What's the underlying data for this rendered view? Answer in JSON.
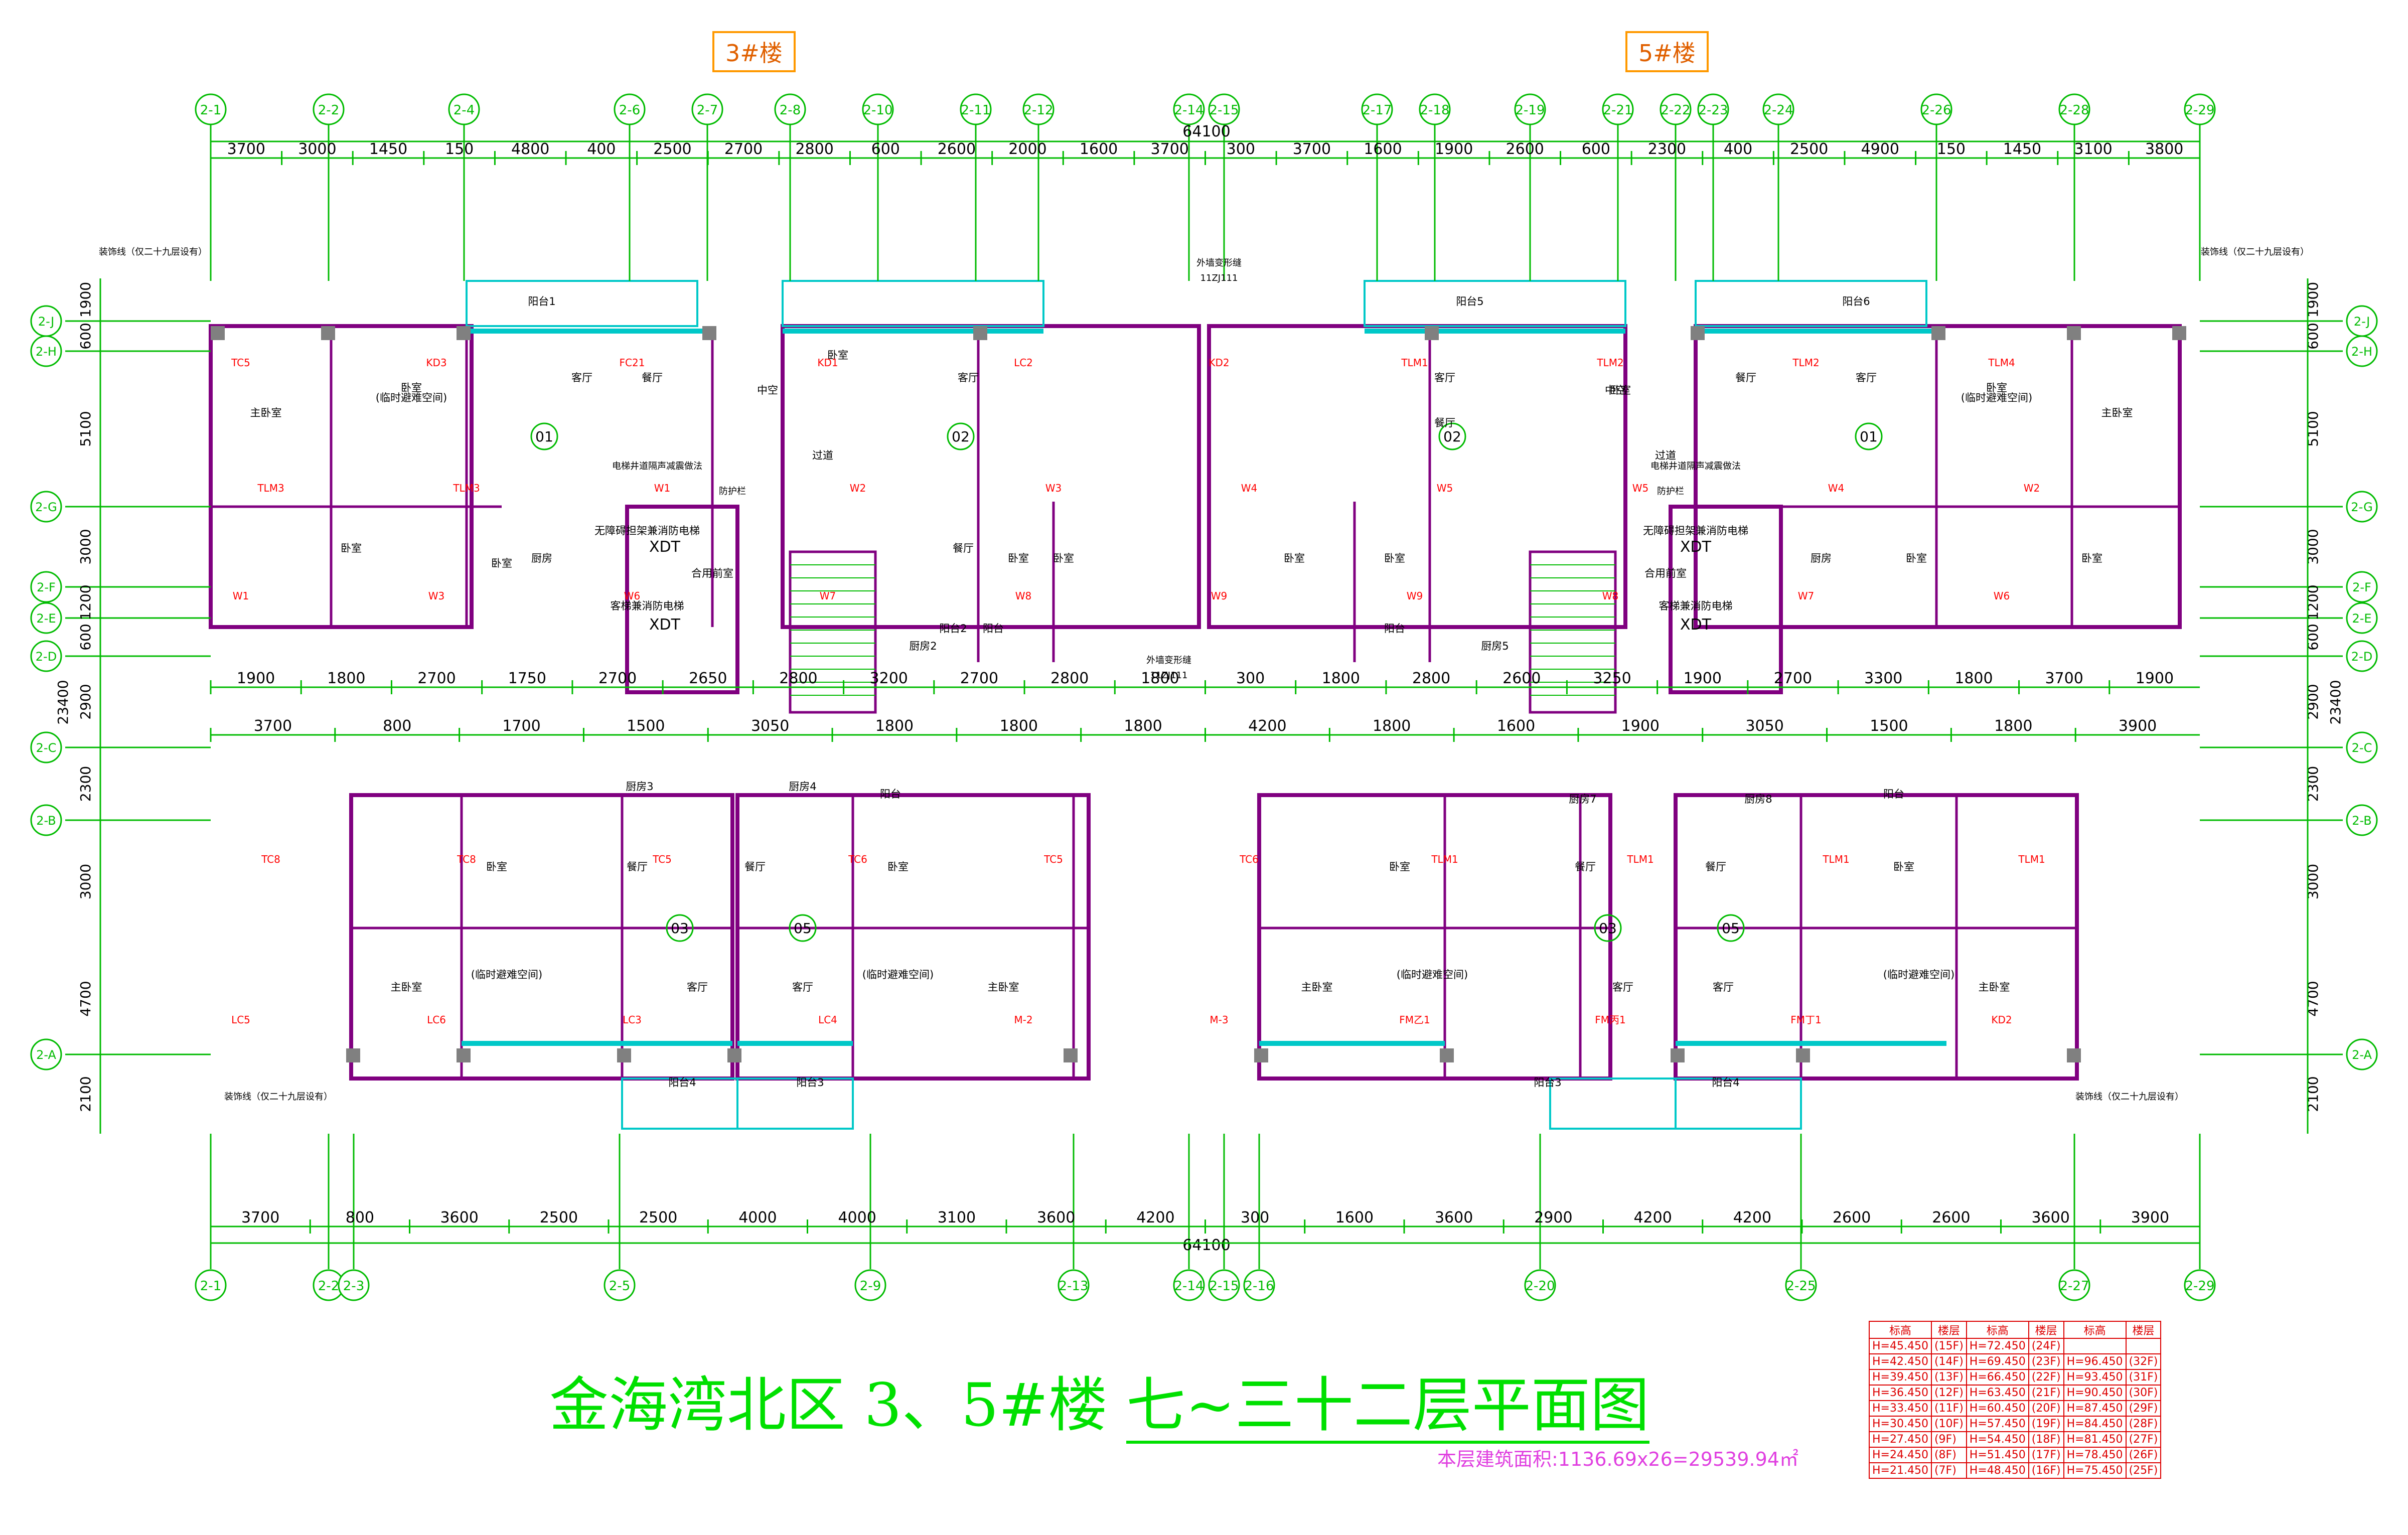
{
  "building_tags": {
    "left": "3#楼",
    "right": "5#楼"
  },
  "title": {
    "main": "金海湾北区  3、5#楼",
    "sub": "七~三十二层平面图"
  },
  "area_note": "本层建筑面积:1136.69x26=29539.94㎡",
  "total_dimension": "64100",
  "top_axes": [
    "2-1",
    "2-2",
    "2-4",
    "2-6",
    "2-7",
    "2-8",
    "2-10",
    "2-11",
    "2-12",
    "2-14",
    "2-15",
    "2-17",
    "2-18",
    "2-19",
    "2-21",
    "2-22",
    "2-23",
    "2-24",
    "2-26",
    "2-28",
    "2-29"
  ],
  "bottom_axes": [
    "2-1",
    "2-2",
    "2-3",
    "2-5",
    "2-9",
    "2-13",
    "2-14",
    "2-15",
    "2-16",
    "2-20",
    "2-25",
    "2-27",
    "2-29"
  ],
  "row_axes": [
    "2-J",
    "2-H",
    "2-G",
    "2-F",
    "2-E",
    "2-D",
    "2-C",
    "2-B",
    "2-A"
  ],
  "top_dims": [
    "3700",
    "3000",
    "1450",
    "150",
    "4800",
    "400",
    "2500",
    "2700",
    "2800",
    "600",
    "2600",
    "2000",
    "1600",
    "3700",
    "300",
    "3700",
    "1600",
    "1900",
    "2600",
    "600",
    "2300",
    "400",
    "2500",
    "4900",
    "150",
    "1450",
    "3100",
    "3800"
  ],
  "bottom_dims": [
    "3700",
    "800",
    "3600",
    "2500",
    "2500",
    "4000",
    "4000",
    "3100",
    "3600",
    "4200",
    "300",
    "1600",
    "3600",
    "2900",
    "4200",
    "4200",
    "2600",
    "2600",
    "3600",
    "3900"
  ],
  "mid_dims_upper": [
    "1900",
    "1800",
    "2700",
    "1750",
    "2700",
    "2650",
    "2800",
    "3200",
    "2700",
    "2800",
    "1800",
    "300",
    "1800",
    "2800",
    "2600",
    "3250",
    "1900",
    "2700",
    "3300",
    "1800",
    "3700",
    "1900"
  ],
  "mid_dims_lower": [
    "3700",
    "800",
    "1700",
    "1500",
    "3050",
    "1800",
    "1800",
    "1800",
    "4200",
    "1800",
    "1600",
    "1900",
    "3050",
    "1500",
    "1800",
    "3900"
  ],
  "left_dims": [
    "1900",
    "600",
    "5100",
    "3000",
    "1200",
    "600",
    "2900",
    "2300",
    "3000",
    "4700",
    "2100"
  ],
  "left_total": "23400",
  "unit_labels": [
    "01",
    "02",
    "02",
    "01",
    "03",
    "05",
    "03",
    "05"
  ],
  "room_labels": [
    "阳台1",
    "客厅",
    "餐厅",
    "主卧室",
    "卧室",
    "(临时避难空间)",
    "卧室",
    "厨房",
    "卧室",
    "阳台2",
    "厨房2",
    "餐厅",
    "客厅",
    "阳台",
    "卧室",
    "卧室",
    "过道",
    "卧室",
    "中空",
    "阳台5",
    "客厅",
    "餐厅",
    "卧室",
    "卧室",
    "阳台",
    "厨房5",
    "卧室",
    "阳台6",
    "客厅",
    "餐厅",
    "主卧室",
    "卧室",
    "(临时避难空间)",
    "厨房",
    "卧室",
    "卧室",
    "中空",
    "过道",
    "合用前室",
    "合用前室",
    "无障碍担架兼消防电梯",
    "无障碍担架兼消防电梯",
    "客梯兼消防电梯",
    "客梯兼消防电梯",
    "厨房3",
    "厨房4",
    "餐厅",
    "餐厅",
    "客厅",
    "客厅",
    "主卧室",
    "主卧室",
    "卧室",
    "卧室",
    "(临时避难空间)",
    "(临时避难空间)",
    "阳台4",
    "阳台3",
    "厨房7",
    "厨房8",
    "阳台",
    "阳台",
    "餐厅",
    "餐厅",
    "客厅",
    "客厅",
    "主卧室",
    "主卧室",
    "卧室",
    "卧室",
    "(临时避难空间)",
    "(临时避难空间)",
    "阳台3",
    "阳台4"
  ],
  "elevator_codes": [
    "XDT",
    "XDT",
    "XDT",
    "XDT"
  ],
  "annotations": [
    "装饰线（仅二十九层设有）",
    "装饰线（仅二十九层设有）",
    "装饰线（仅二十九层设有）",
    "装饰线（仅二十九层设有）",
    "外墙变形缝",
    "11ZJ111",
    "外墙变形缝",
    "11ZJ111",
    "防护栏",
    "防护栏",
    "电梯井道隔声减震做法",
    "电梯井道隔声减震做法"
  ],
  "window_door_codes": [
    "TC5",
    "KD3",
    "FC21",
    "KD1",
    "LC2",
    "KD2",
    "TLM1",
    "TLM2",
    "TLM2",
    "TLM4",
    "TLM3",
    "TLM3",
    "W1",
    "W2",
    "W3",
    "W4",
    "W5",
    "W5",
    "W4",
    "W2",
    "W1",
    "W3",
    "W6",
    "W7",
    "W8",
    "W9",
    "W9",
    "W8",
    "W7",
    "W6",
    "TC8",
    "TC8",
    "TC5",
    "TC6",
    "TC5",
    "TC6",
    "TLM1",
    "TLM1",
    "TLM1",
    "TLM1",
    "LC5",
    "LC6",
    "LC3",
    "LC4",
    "M-2",
    "M-3",
    "FM乙1",
    "FM丙1",
    "FM丁1",
    "KD2"
  ],
  "level_table": {
    "headers": [
      "标高",
      "楼层",
      "标高",
      "楼层",
      "标高",
      "楼层"
    ],
    "rows": [
      [
        "H=45.450",
        "(15F)",
        "H=72.450",
        "(24F)",
        "",
        ""
      ],
      [
        "H=42.450",
        "(14F)",
        "H=69.450",
        "(23F)",
        "H=96.450",
        "(32F)"
      ],
      [
        "H=39.450",
        "(13F)",
        "H=66.450",
        "(22F)",
        "H=93.450",
        "(31F)"
      ],
      [
        "H=36.450",
        "(12F)",
        "H=63.450",
        "(21F)",
        "H=90.450",
        "(30F)"
      ],
      [
        "H=33.450",
        "(11F)",
        "H=60.450",
        "(20F)",
        "H=87.450",
        "(29F)"
      ],
      [
        "H=30.450",
        "(10F)",
        "H=57.450",
        "(19F)",
        "H=84.450",
        "(28F)"
      ],
      [
        "H=27.450",
        "(9F)",
        "H=54.450",
        "(18F)",
        "H=81.450",
        "(27F)"
      ],
      [
        "H=24.450",
        "(8F)",
        "H=51.450",
        "(17F)",
        "H=78.450",
        "(26F)"
      ],
      [
        "H=21.450",
        "(7F)",
        "H=48.450",
        "(16F)",
        "H=75.450",
        "(25F)"
      ]
    ]
  },
  "colors": {
    "axis": "#00bb00",
    "wall": "#800080",
    "window": "#00c8c8",
    "door": "#ff0000",
    "text": "#000000",
    "title": "#00e000",
    "tag": "#e06000",
    "table": "#dd0000"
  }
}
